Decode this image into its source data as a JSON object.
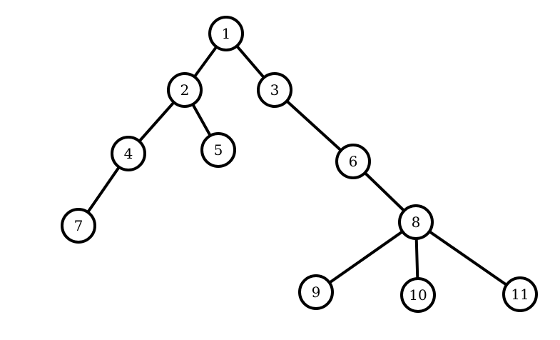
{
  "tree": {
    "nodes": [
      {
        "id": "n1",
        "label": "1"
      },
      {
        "id": "n2",
        "label": "2"
      },
      {
        "id": "n3",
        "label": "3"
      },
      {
        "id": "n4",
        "label": "4"
      },
      {
        "id": "n5",
        "label": "5"
      },
      {
        "id": "n6",
        "label": "6"
      },
      {
        "id": "n7",
        "label": "7"
      },
      {
        "id": "n8",
        "label": "8"
      },
      {
        "id": "n9",
        "label": "9"
      },
      {
        "id": "n10",
        "label": "10"
      },
      {
        "id": "n11",
        "label": "11"
      }
    ],
    "edges": [
      {
        "from": "1",
        "to": "2"
      },
      {
        "from": "1",
        "to": "3"
      },
      {
        "from": "2",
        "to": "4"
      },
      {
        "from": "2",
        "to": "5"
      },
      {
        "from": "4",
        "to": "7"
      },
      {
        "from": "3",
        "to": "6"
      },
      {
        "from": "6",
        "to": "8"
      },
      {
        "from": "8",
        "to": "9"
      },
      {
        "from": "8",
        "to": "10"
      },
      {
        "from": "8",
        "to": "11"
      }
    ]
  }
}
